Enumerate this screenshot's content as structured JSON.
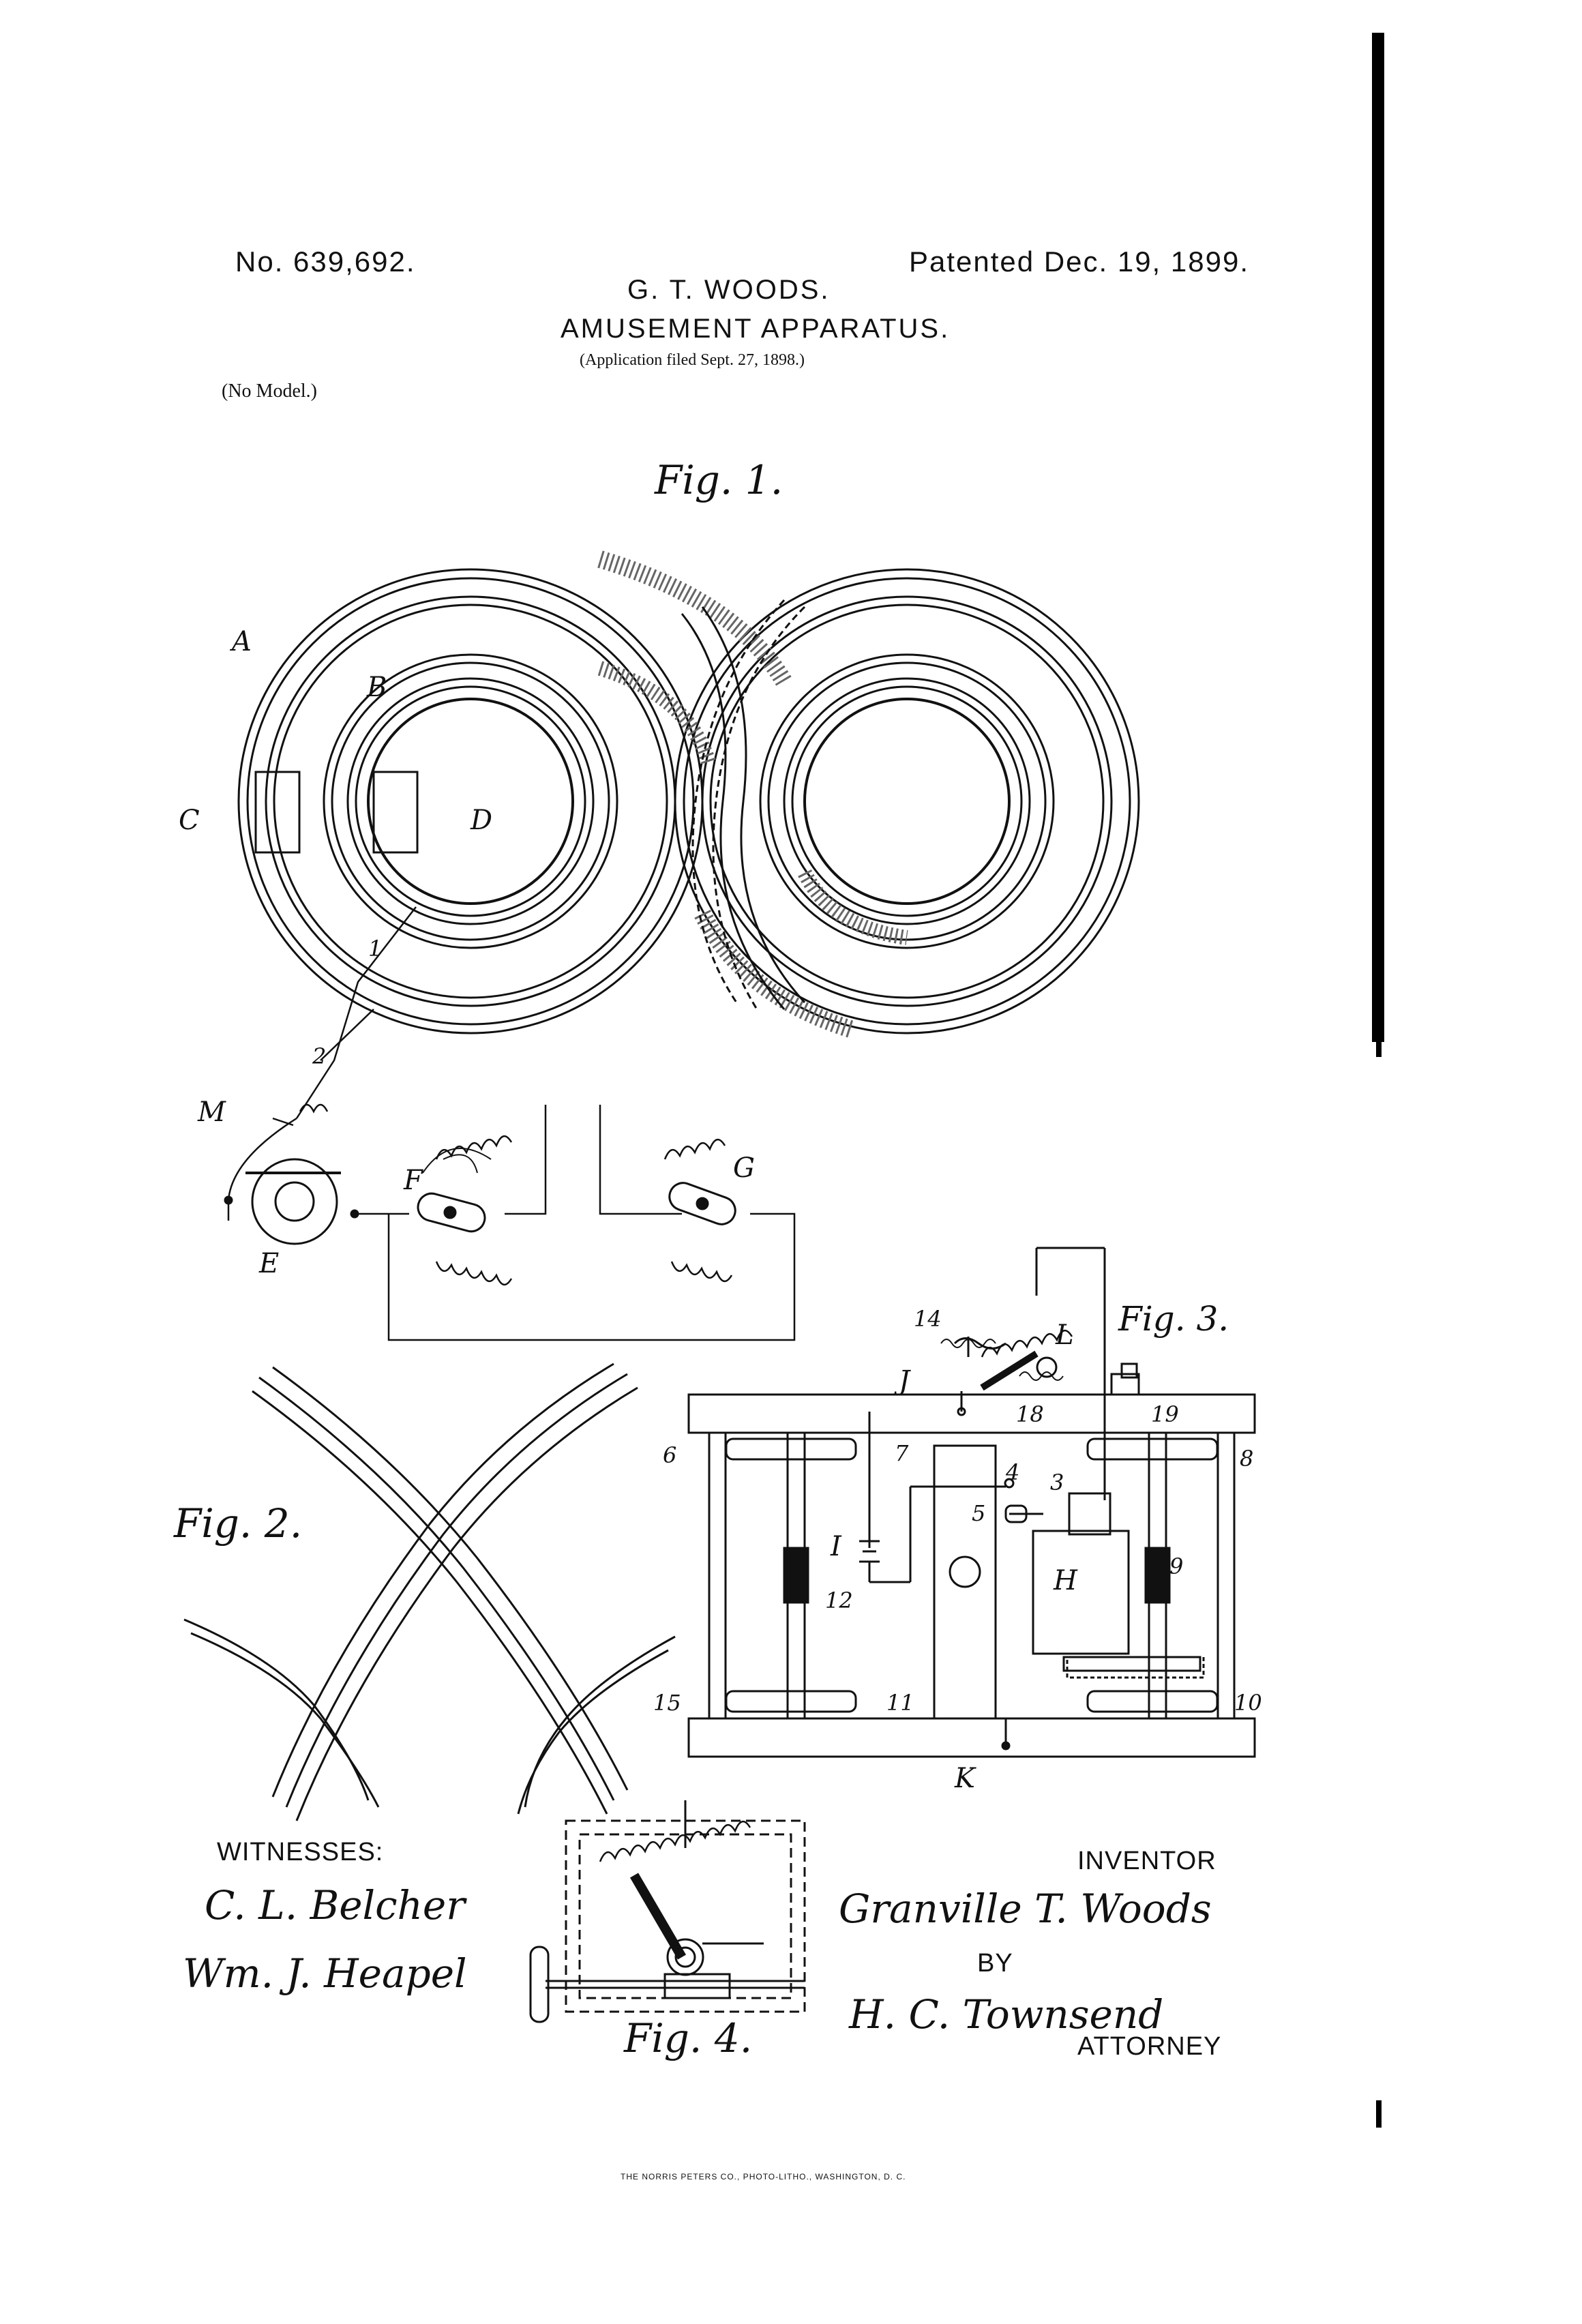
{
  "header": {
    "patent_number": "No. 639,692.",
    "patent_date": "Patented Dec. 19, 1899.",
    "inventor_name": "G. T. WOODS.",
    "title": "AMUSEMENT APPARATUS.",
    "application": "(Application filed Sept. 27, 1898.)",
    "model": "(No Model.)"
  },
  "figures": {
    "fig1": "Fig. 1.",
    "fig2": "Fig. 2.",
    "fig3": "Fig. 3.",
    "fig4": "Fig. 4."
  },
  "labels": {
    "A": "A",
    "B": "B",
    "C": "C",
    "D": "D",
    "E": "E",
    "F": "F",
    "G": "G",
    "H": "H",
    "I": "I",
    "J": "J",
    "K": "K",
    "L": "L",
    "M": "M",
    "n1": "1",
    "n2": "2",
    "n3": "3",
    "n4": "4",
    "n5": "5",
    "n6": "6",
    "n7": "7",
    "n8": "8",
    "n9": "9",
    "n10": "10",
    "n11": "11",
    "n12": "12",
    "n14": "14",
    "n15": "15",
    "n18": "18",
    "n19": "19"
  },
  "signatures": {
    "witnesses_label": "WITNESSES:",
    "witness1": "C. L. Belcher",
    "witness2": "Wm. J. Heapel",
    "inventor_label": "INVENTOR",
    "inventor_sig": "Granville T. Woods",
    "by_label": "BY",
    "attorney_sig": "H. C. Townsend",
    "attorney_label": "ATTORNEY"
  },
  "footer": {
    "printer": "THE NORRIS PETERS CO., PHOTO-LITHO., WASHINGTON, D. C."
  }
}
